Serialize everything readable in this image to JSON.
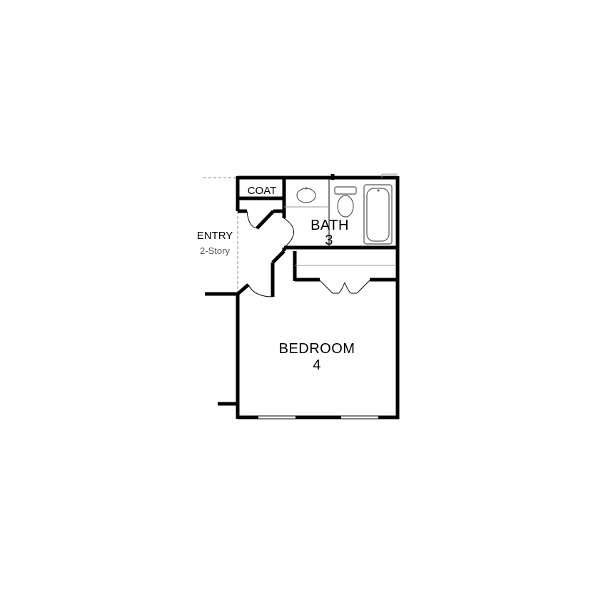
{
  "rooms": {
    "coat": {
      "label": "COAT"
    },
    "bath": {
      "label": "BATH",
      "number": "3"
    },
    "entry": {
      "label": "ENTRY",
      "sublabel": "2-Story"
    },
    "bedroom": {
      "label": "BEDROOM",
      "number": "4"
    }
  },
  "colors": {
    "wall": "#000000",
    "fixture": "#555555",
    "background": "#ffffff"
  }
}
